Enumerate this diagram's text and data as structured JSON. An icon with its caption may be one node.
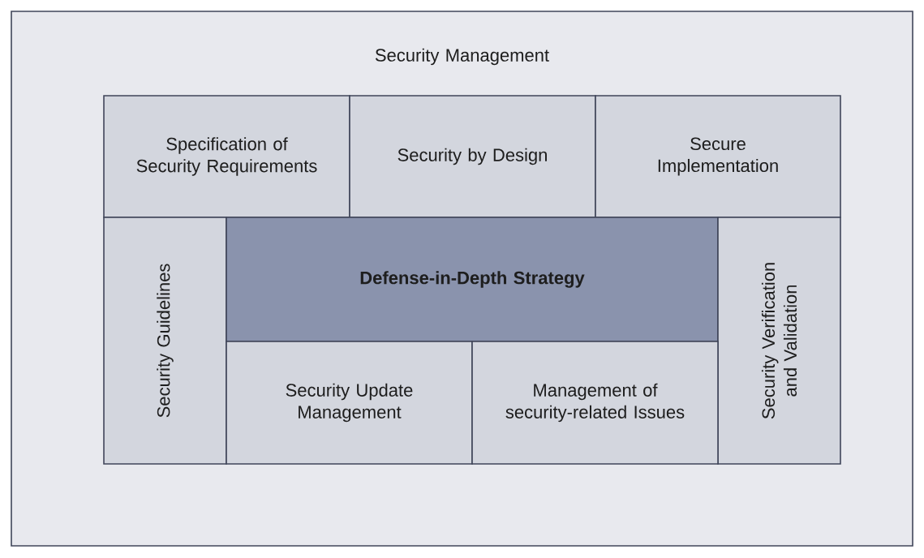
{
  "diagram": {
    "nodes": [
      {
        "text": [
          "Security Management"
        ]
      },
      {
        "text": [
          "Specification of Security Requirements"
        ],
        "in": 0
      },
      {
        "text": [
          "Security by Design"
        ],
        "in": 0
      },
      {
        "text": [
          "Secure Implementation"
        ],
        "in": 0
      },
      {
        "text": [
          "Security Guidelines"
        ],
        "in": 0
      },
      {
        "text": [
          "Defense-in-Depth Strategy"
        ],
        "in": 0
      },
      {
        "text": [
          "Security Verification and Validation"
        ],
        "in": 0
      },
      {
        "text": [
          "Security Update Management"
        ],
        "in": 0
      },
      {
        "text": [
          "Management of security-related Issues"
        ],
        "in": 0
      }
    ]
  }
}
